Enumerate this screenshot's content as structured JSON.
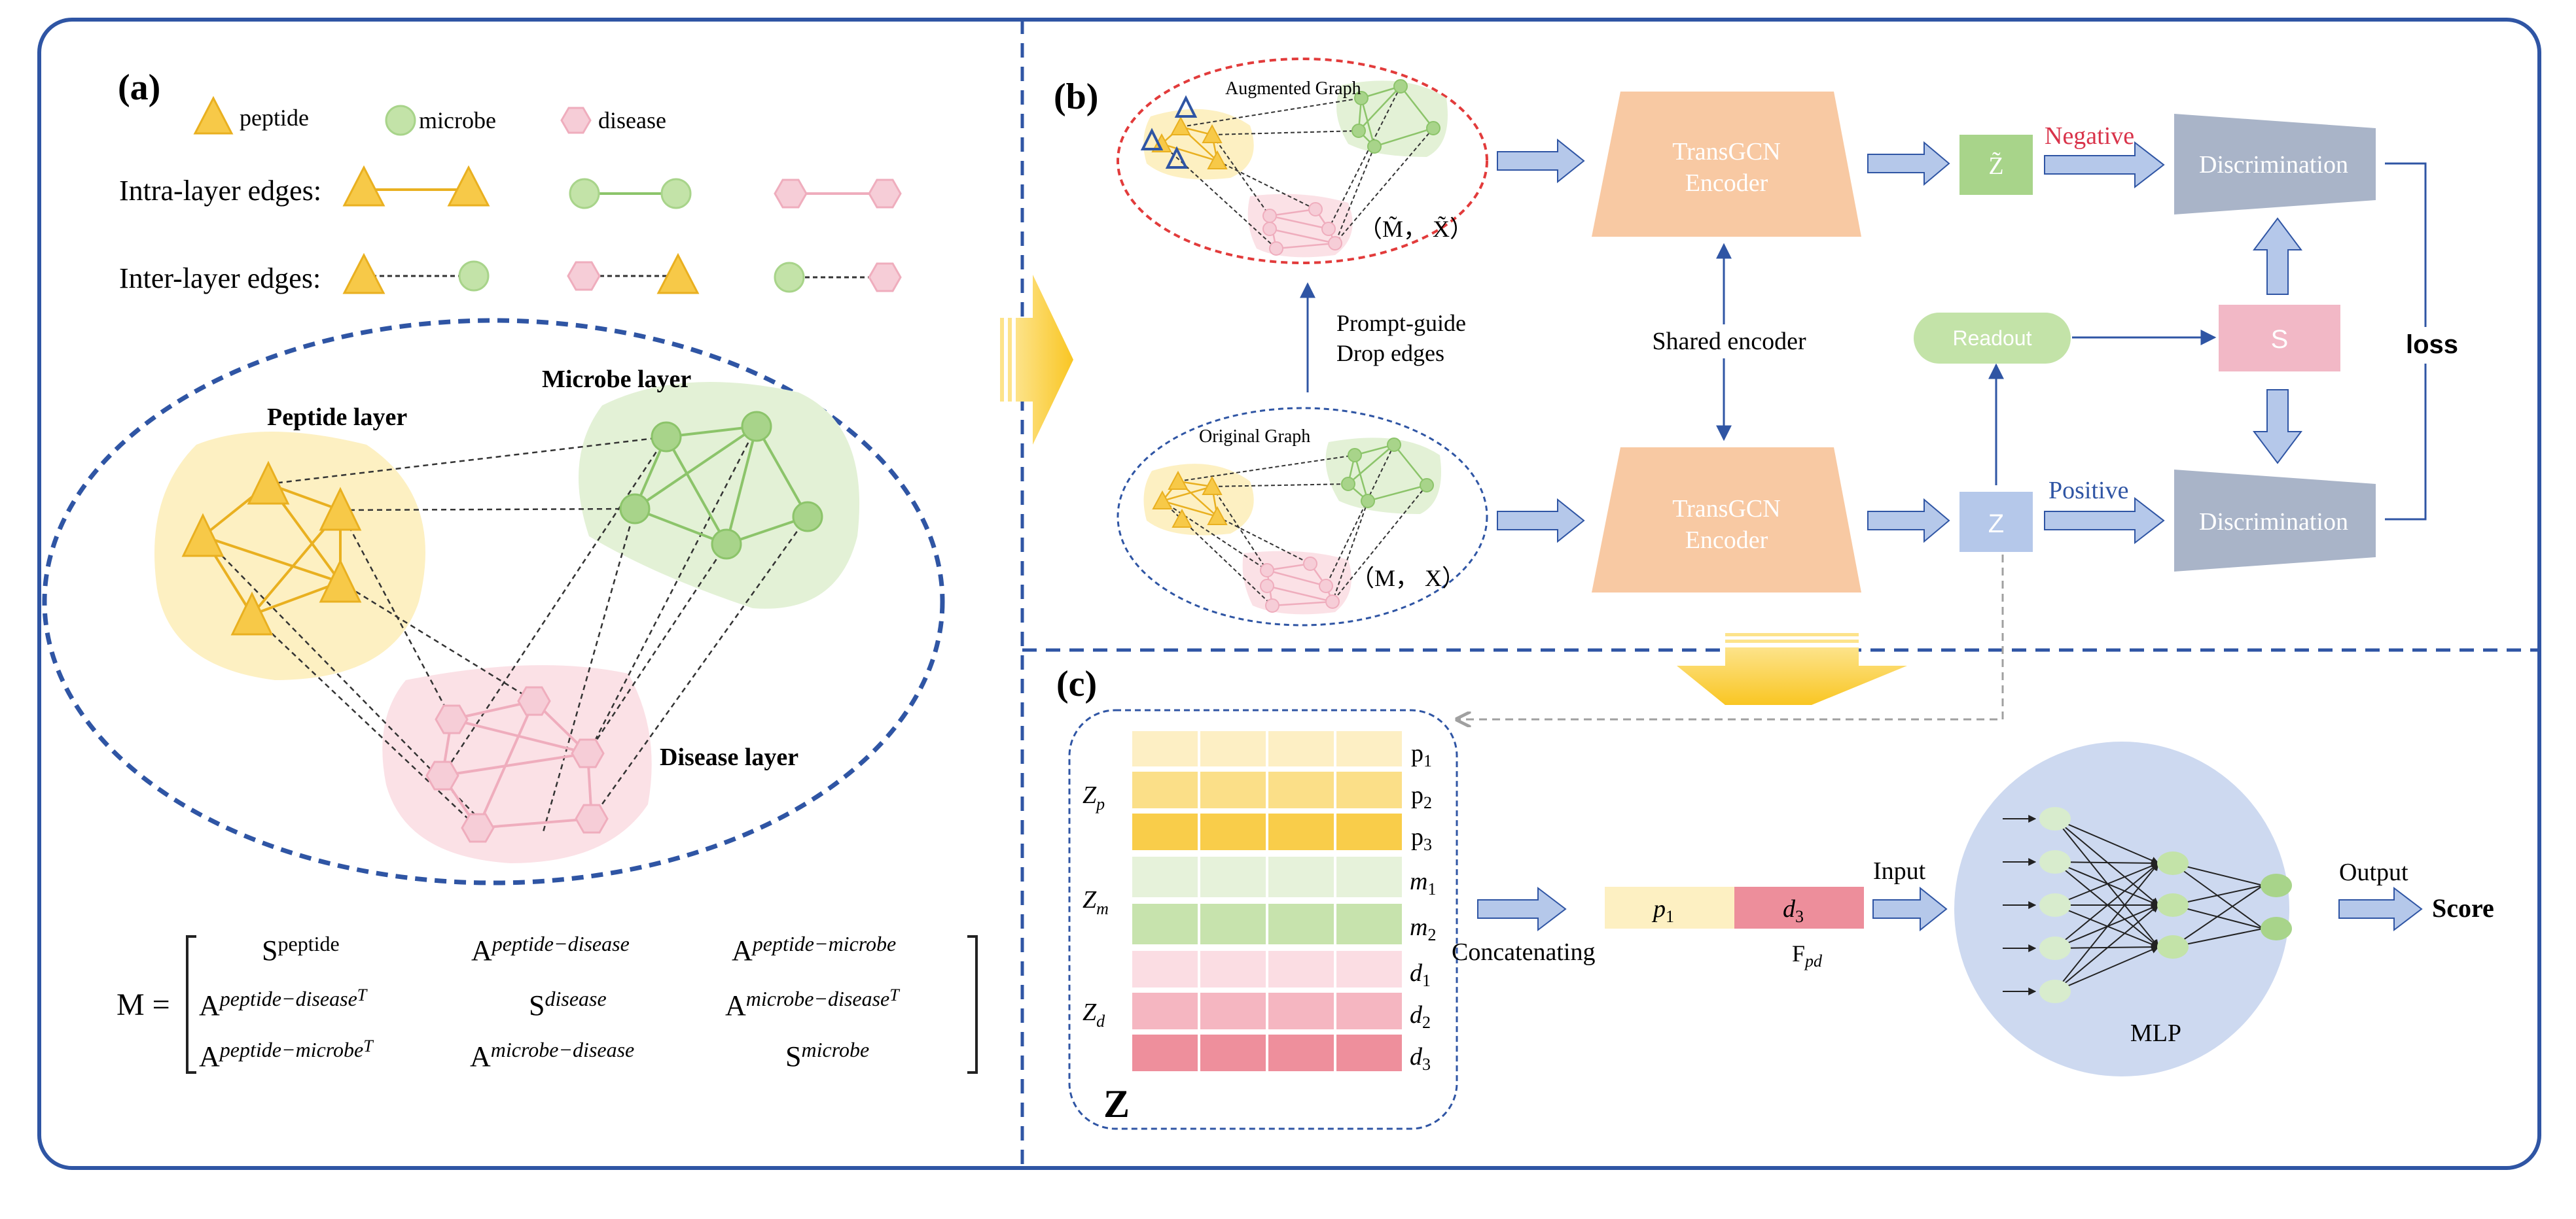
{
  "panel_a": {
    "label": "(a)",
    "legend": {
      "peptide": "peptide",
      "microbe": "microbe",
      "disease": "disease"
    },
    "intra_label": "Intra-layer edges:",
    "inter_label": "Inter-layer edges:",
    "layers": {
      "peptide": "Peptide layer",
      "microbe": "Microbe layer",
      "disease": "Disease layer"
    },
    "matrix": {
      "lhs": "M =",
      "rows": [
        [
          {
            "b": "S",
            "s": "peptide"
          },
          {
            "b": "A",
            "s": "peptide−disease"
          },
          {
            "b": "A",
            "s": "peptide−microbe"
          }
        ],
        [
          {
            "b": "A",
            "s": "peptide−disease",
            "t": "T"
          },
          {
            "b": "S",
            "s": "disease"
          },
          {
            "b": "A",
            "s": "microbe−disease",
            "t": "T"
          }
        ],
        [
          {
            "b": "A",
            "s": "peptide−microbe",
            "t": "T"
          },
          {
            "b": "A",
            "s": "microbe−disease"
          },
          {
            "b": "S",
            "s": "microbe"
          }
        ]
      ]
    }
  },
  "panel_b": {
    "label": "(b)",
    "augmented_graph": "Augmented Graph",
    "augmented_input": "（M̃， X̃）",
    "original_graph": "Original Graph",
    "original_input": "（M， X）",
    "prompt_line1": "Prompt-guide",
    "prompt_line2": "Drop edges",
    "encoder_line1": "TransGCN",
    "encoder_line2": "Encoder",
    "shared_encoder": "Shared encoder",
    "z_tilde": "Z̃",
    "z": "Z",
    "negative": "Negative",
    "positive": "Positive",
    "discrimination": "Discrimination",
    "readout": "Readout",
    "s": "S",
    "loss": "loss"
  },
  "panel_c": {
    "label": "(c)",
    "matrix_label": "Z",
    "groups": [
      {
        "b": "Z",
        "s": "p"
      },
      {
        "b": "Z",
        "s": "m"
      },
      {
        "b": "Z",
        "s": "d"
      }
    ],
    "rows": [
      {
        "b": "p",
        "s": "1"
      },
      {
        "b": "p",
        "s": "2"
      },
      {
        "b": "p",
        "s": "3"
      },
      {
        "b": "m",
        "s": "1"
      },
      {
        "b": "m",
        "s": "2"
      },
      {
        "b": "d",
        "s": "1"
      },
      {
        "b": "d",
        "s": "2"
      },
      {
        "b": "d",
        "s": "3"
      }
    ],
    "concatenating": "Concatenating",
    "pair": [
      {
        "b": "p",
        "s": "1"
      },
      {
        "b": "d",
        "s": "3"
      }
    ],
    "fpd": {
      "b": "F",
      "s": "pd"
    },
    "input": "Input",
    "mlp": "MLP",
    "output": "Output",
    "score": "Score"
  },
  "colors": {
    "frame": "#2f55a4",
    "peptide": "#f7c948",
    "microbe": "#a8d48a",
    "disease": "#f2b8c6",
    "encoder": "#f8c9a3",
    "discrimination": "#a9b4c8",
    "arrow_fill": "#b5c8ea",
    "negative": "#d9334a",
    "positive": "#2f55a4"
  }
}
